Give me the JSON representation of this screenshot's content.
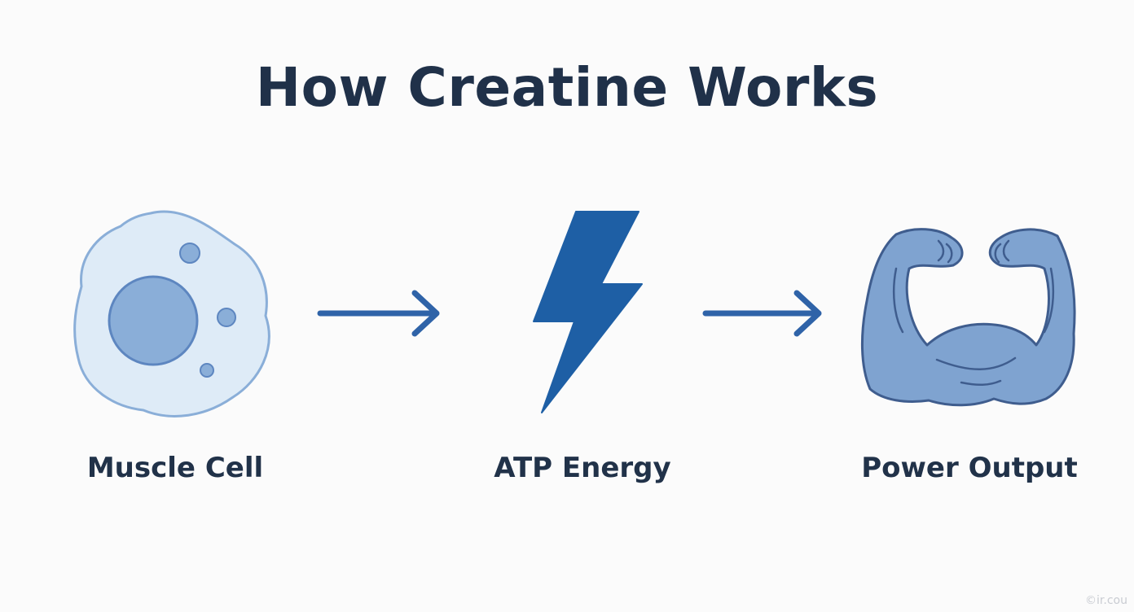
{
  "title": "How Creatine Works",
  "steps": [
    {
      "label": "Muscle Cell",
      "icon": "muscle-cell-icon"
    },
    {
      "label": "ATP Energy",
      "icon": "lightning-bolt-icon"
    },
    {
      "label": "Power Output",
      "icon": "flexed-arms-icon"
    }
  ],
  "connectors": [
    "arrow-right-icon",
    "arrow-right-icon"
  ],
  "watermark": "©ir.cou",
  "colors": {
    "title": "#203149",
    "cell_fill": "#deebf7",
    "cell_stroke": "#8aaed8",
    "nucleus_fill": "#8aaed8",
    "nucleus_stroke": "#5d86c0",
    "arrow": "#2f63a8",
    "bolt": "#1e5fa5",
    "muscle_fill": "#7fa3d0",
    "muscle_stroke": "#3f5d8e"
  }
}
